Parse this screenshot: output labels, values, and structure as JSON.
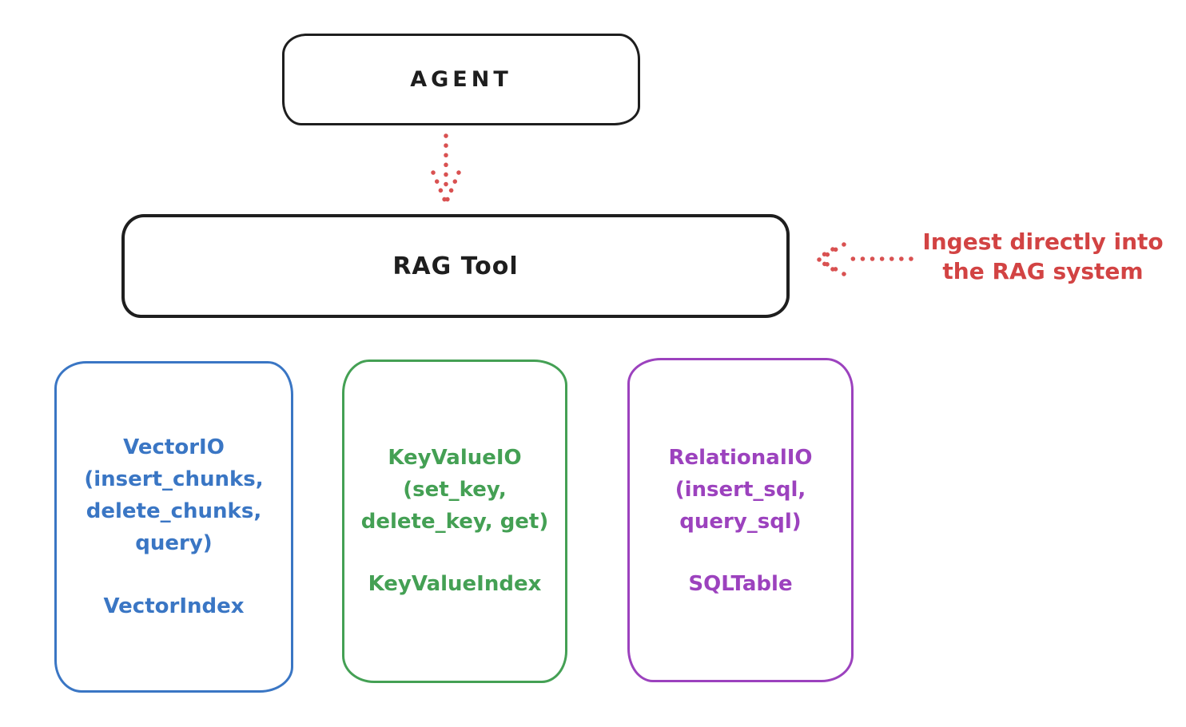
{
  "agent": {
    "label": "AGENT"
  },
  "rag_tool": {
    "label": "RAG Tool"
  },
  "annotation": {
    "line1": "Ingest directly into",
    "line2": "the RAG system"
  },
  "io_boxes": [
    {
      "name": "vector-io",
      "lines": [
        "VectorIO",
        "(insert_chunks,",
        "delete_chunks,",
        "query)"
      ],
      "index_label": "VectorIndex"
    },
    {
      "name": "key-value-io",
      "lines": [
        "KeyValueIO",
        "(set_key,",
        "delete_key, get)"
      ],
      "index_label": "KeyValueIndex"
    },
    {
      "name": "relational-io",
      "lines": [
        "RelationalIO",
        "(insert_sql,",
        "query_sql)"
      ],
      "index_label": "SQLTable"
    }
  ],
  "colors": {
    "background": "#ffffff",
    "stroke_black": "#1e1e1e",
    "red": "#d24343",
    "blue": "#3a76c4",
    "green": "#44a054",
    "purple": "#9c42be"
  }
}
